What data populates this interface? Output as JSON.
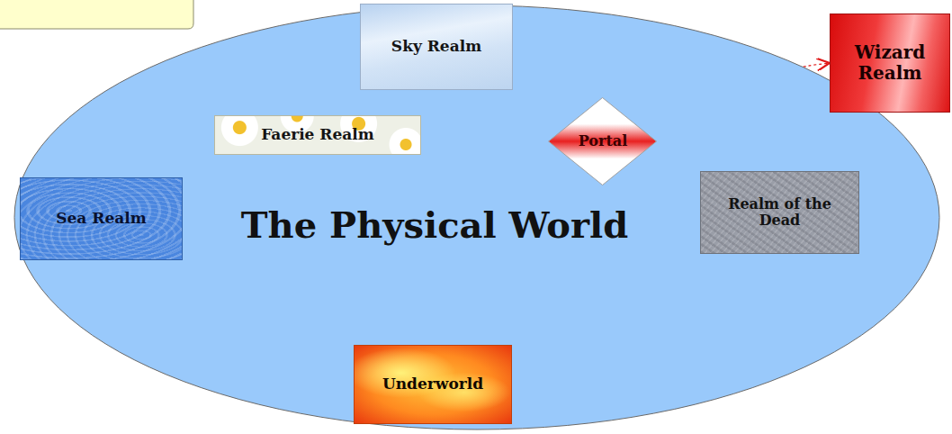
{
  "diagram": {
    "nodes": [
      {
        "text": [
          "The Physical World"
        ]
      },
      {
        "text": [
          "Sky Realm"
        ],
        "in": 0
      },
      {
        "text": [
          "Faerie Realm"
        ],
        "in": 0
      },
      {
        "text": [
          "Portal"
        ],
        "in": 0
      },
      {
        "text": [
          "Wizard Realm"
        ]
      },
      {
        "text": [
          "Sea Realm"
        ],
        "in": 0
      },
      {
        "text": [
          "Realm of the Dead"
        ],
        "in": 0
      },
      {
        "text": [
          "Underworld"
        ],
        "in": 0
      }
    ],
    "edges": [
      {
        "from": 3,
        "to": 4,
        "arrow": "both"
      }
    ]
  }
}
